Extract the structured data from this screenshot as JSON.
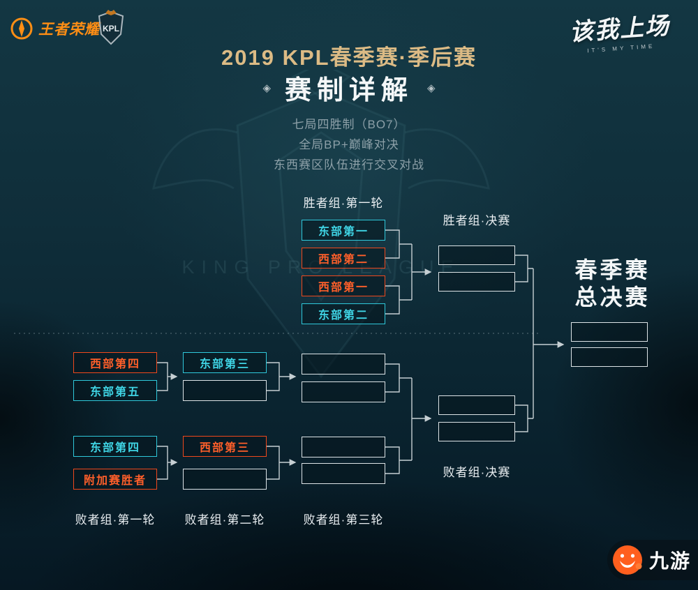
{
  "header": {
    "game_brand": "王者荣耀",
    "kpl_brand": "KPL",
    "slogan": "该我上场",
    "slogan_sub": "IT'S MY TIME"
  },
  "title": {
    "line1": "2019 KPL春季赛·季后赛",
    "line2": "赛制详解"
  },
  "rules": [
    "七局四胜制（BO7）",
    "全局BP+巅峰对决",
    "东西赛区队伍进行交叉对战"
  ],
  "watermark": "KING PRO LEAGUE",
  "bracket": {
    "winners_round1": {
      "label": "胜者组·第一轮",
      "teams": [
        {
          "name": "东部第一",
          "side": "east"
        },
        {
          "name": "西部第二",
          "side": "west"
        },
        {
          "name": "西部第一",
          "side": "west"
        },
        {
          "name": "东部第二",
          "side": "east"
        }
      ]
    },
    "winners_final": {
      "label": "胜者组·决赛"
    },
    "grand_final": {
      "line1": "春季赛",
      "line2": "总决赛"
    },
    "losers_round1": {
      "label": "败者组·第一轮",
      "teams": [
        {
          "name": "西部第四",
          "side": "west"
        },
        {
          "name": "东部第五",
          "side": "east"
        },
        {
          "name": "东部第四",
          "side": "east"
        },
        {
          "name": "附加赛胜者",
          "side": "west"
        }
      ]
    },
    "losers_round2": {
      "label": "败者组·第二轮",
      "teams": [
        {
          "name": "东部第三",
          "side": "east"
        },
        {
          "name": "西部第三",
          "side": "west"
        }
      ]
    },
    "losers_round3": {
      "label": "败者组·第三轮"
    },
    "losers_final": {
      "label": "败者组·决赛"
    }
  },
  "footer": {
    "publisher": "九游"
  },
  "colors": {
    "east": "#3fd4e4",
    "west": "#ff5f2a",
    "gold": "#dcbb85",
    "background": "#0f2d39"
  }
}
